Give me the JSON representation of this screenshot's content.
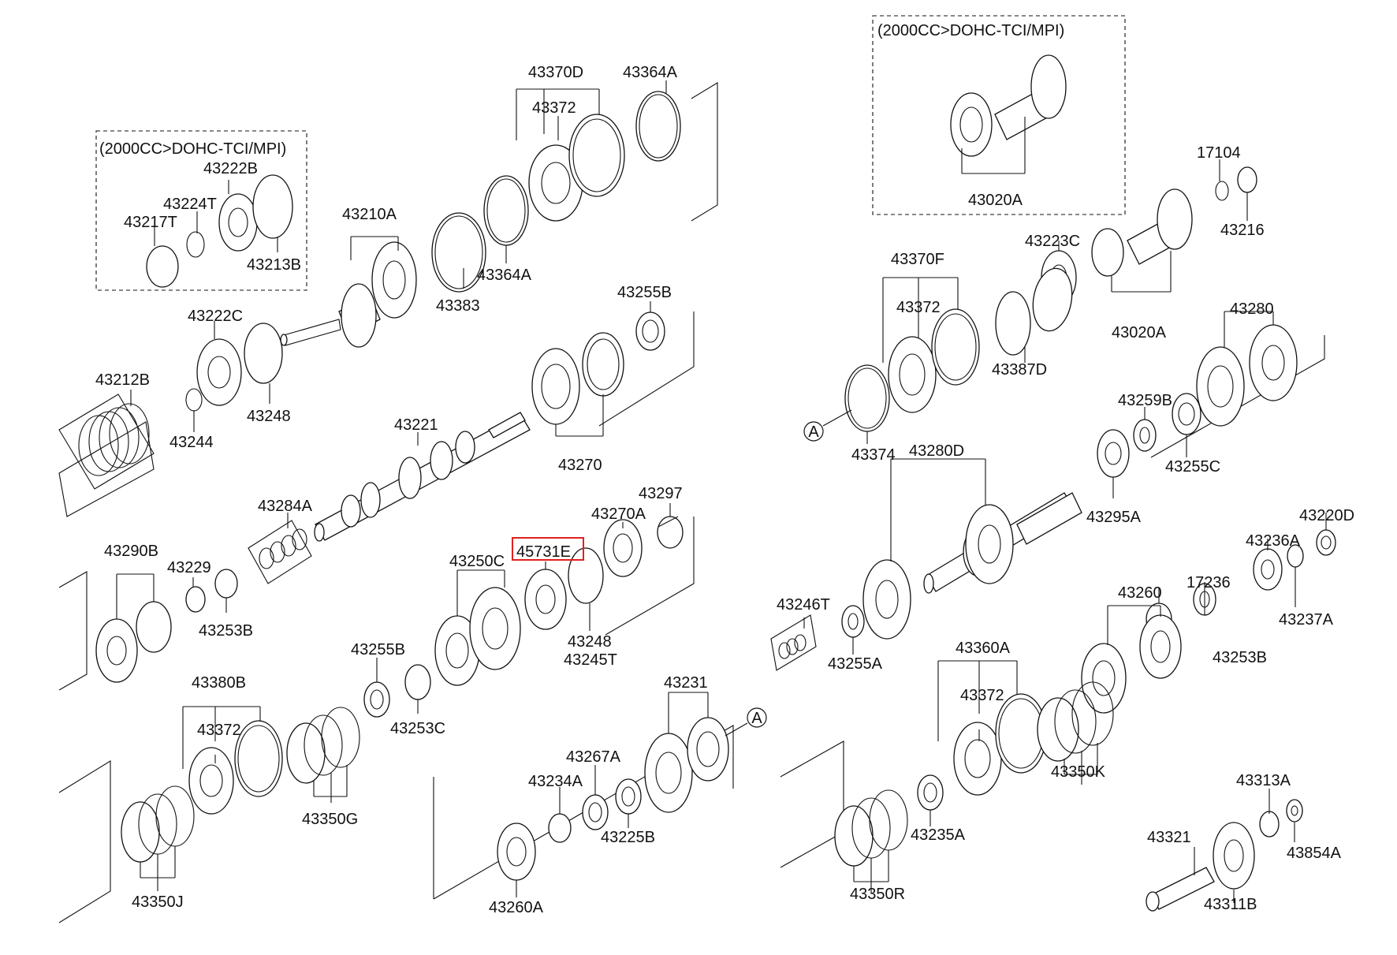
{
  "figure": {
    "variant_notes": [
      "(2000CC>DOHC-TCI/MPI)",
      "(2000CC>DOHC-TCI/MPI)"
    ],
    "highlighted_part": "45731E",
    "reference_marker": "A",
    "part_numbers": [
      "43370D",
      "43364A",
      "43372",
      "43210A",
      "43383",
      "43364A",
      "43222B",
      "43224T",
      "43217T",
      "43213B",
      "43222C",
      "43248",
      "43212B",
      "43244",
      "43255B",
      "43221",
      "43270",
      "43284A",
      "43297",
      "43270A",
      "45731E",
      "43250C",
      "43248",
      "43245T",
      "43290B",
      "43229",
      "43253B",
      "43255B",
      "43253C",
      "43380B",
      "43372",
      "43350G",
      "43350J",
      "43231",
      "43267A",
      "43234A",
      "43225B",
      "43260A",
      "43020A",
      "17104",
      "43216",
      "43223C",
      "43370F",
      "43372",
      "43387D",
      "43020A",
      "43374",
      "43280",
      "43259B",
      "43280D",
      "43255C",
      "43295A",
      "43220D",
      "43236A",
      "43237A",
      "17236",
      "43260",
      "43246T",
      "43255A",
      "43253B",
      "43360A",
      "43372",
      "43350K",
      "43235A",
      "43350R",
      "43313A",
      "43321",
      "43854A",
      "43311B"
    ]
  }
}
